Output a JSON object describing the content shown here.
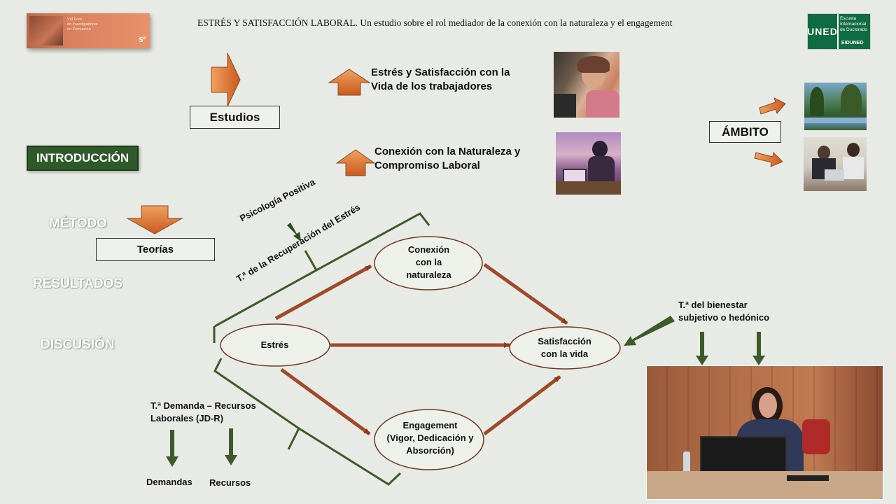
{
  "header": {
    "title": "ESTRÉS Y SATISFACCIÓN LABORAL. Un estudio sobre el rol mediador de la conexión con la naturaleza y el engagement",
    "event_logo_line1": "VIII Foro",
    "event_logo_line2": "de Investigadores",
    "event_logo_line3": "en Formación",
    "event_logo_num": "5º",
    "uned_logo": "UNED",
    "uned_school_1": "Escuela",
    "uned_school_2": "Internacional",
    "uned_school_3": "de Doctorado",
    "uned_edition": "EIDUNED"
  },
  "nav": {
    "introduccion": "INTRODUCCIÓN",
    "metodo": "MÉTODO",
    "resultados": "RESULTADOS",
    "discusion": "DISCUSIÓN"
  },
  "top": {
    "estudios": "Estudios",
    "item1_line1": "Estrés y Satisfacción con la",
    "item1_line2": "Vida de los trabajadores",
    "item2_line1": "Conexión con la Naturaleza y",
    "item2_line2": "Compromiso Laboral",
    "ambito": "ÁMBITO"
  },
  "diagram": {
    "teorias": "Teorías",
    "psicologia_positiva": "Psicología Positiva",
    "recuperacion_estres": "T.ª de la Recuperación del Estrés",
    "conexion_1": "Conexión",
    "conexion_2": "con la",
    "conexion_3": "naturaleza",
    "estres": "Estrés",
    "satisfaccion_1": "Satisfacción",
    "satisfaccion_2": "con la vida",
    "engagement_1": "Engagement",
    "engagement_2": "(Vigor, Dedicación y",
    "engagement_3": "Absorción)",
    "bienestar_1": "T.ª del bienestar",
    "bienestar_2": "subjetivo o hedónico",
    "jdr_1": "T.ª Demanda – Recursos",
    "jdr_2": "Laborales (JD-R)",
    "demandas": "Demandas",
    "recursos": "Recursos"
  },
  "colors": {
    "background": "#e8ebe5",
    "orange_arrow": "#e07a35",
    "green_dark": "#3d5a2a",
    "path_arrow": "#9c4a2a"
  }
}
